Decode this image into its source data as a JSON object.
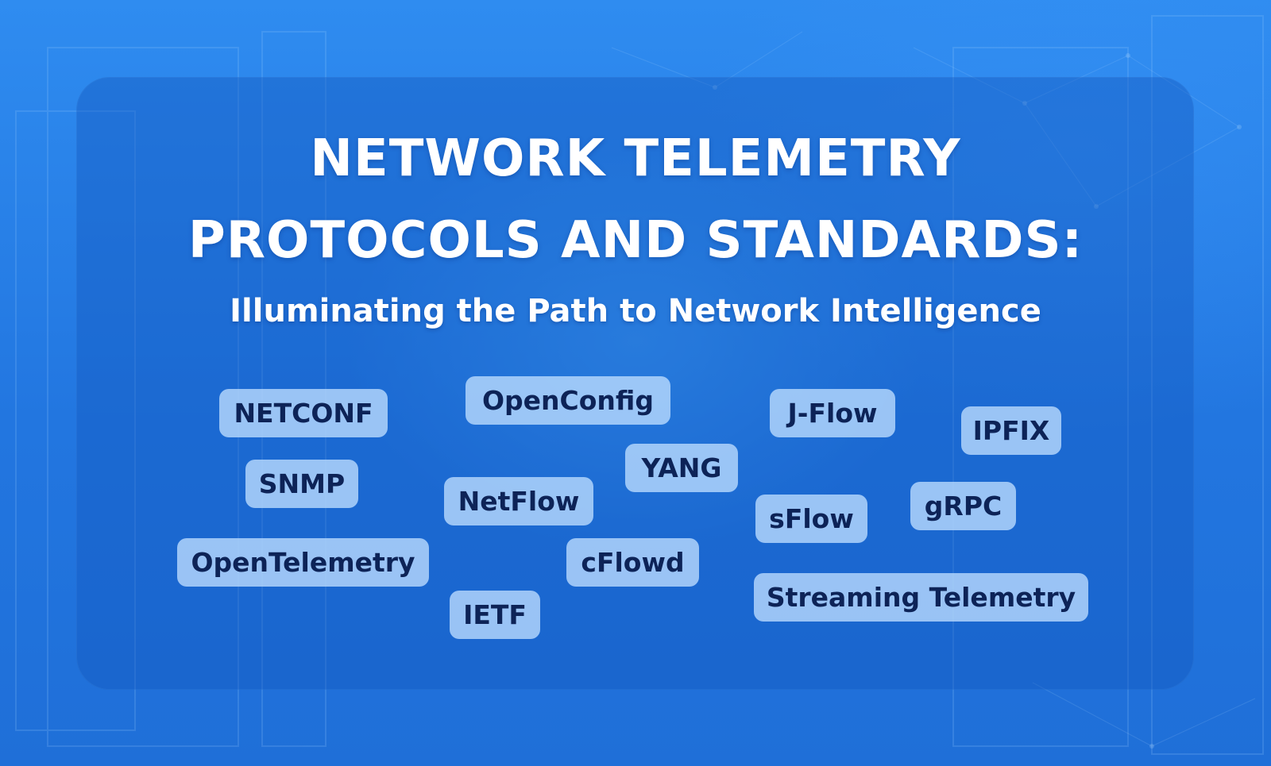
{
  "title": {
    "line1": "NETWORK TELEMETRY",
    "line2": "PROTOCOLS AND STANDARDS:"
  },
  "subtitle": "Illuminating the Path to Network Intelligence",
  "tags": [
    "NETCONF",
    "OpenConfig",
    "J-Flow",
    "IPFIX",
    "SNMP",
    "YANG",
    "NetFlow",
    "sFlow",
    "gRPC",
    "OpenTelemetry",
    "cFlowd",
    "Streaming Telemetry",
    "IETF"
  ],
  "colors": {
    "background": "#2a7fe6",
    "panel": "#1258be",
    "tag_background": "#bedeff",
    "tag_text": "#0d2357",
    "title_text": "#ffffff"
  }
}
